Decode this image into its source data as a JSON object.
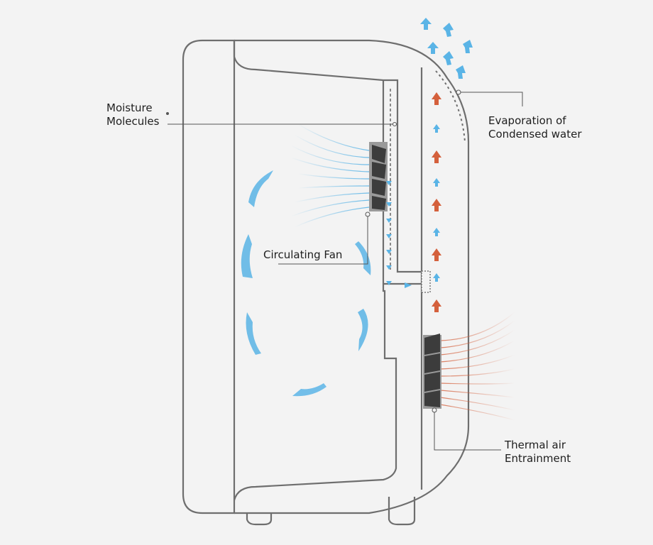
{
  "labels": {
    "moisture": "Moisture\nMolecules",
    "evaporation": "Evaporation of\nCondensed water",
    "circulating_fan": "Circulating Fan",
    "thermal_air": "Thermal air\nEntrainment"
  },
  "colors": {
    "background": "#f3f3f3",
    "outline": "#6e6e6e",
    "cool_air": "#5ab4e6",
    "warm_air": "#d4603c",
    "fan_blade": "#3c3c3c",
    "leader_line": "#555555"
  },
  "icons": [
    "fan-icon",
    "up-arrow-icon",
    "down-arrow-icon",
    "curved-flow-arrow-icon"
  ]
}
